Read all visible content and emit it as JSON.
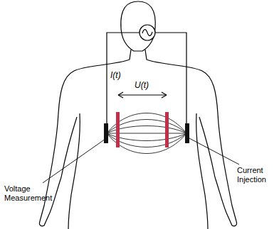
{
  "diagram": {
    "labels": [
      "I(t)",
      "U(t)",
      "Voltage Measurement",
      "Current Injection"
    ]
  }
}
